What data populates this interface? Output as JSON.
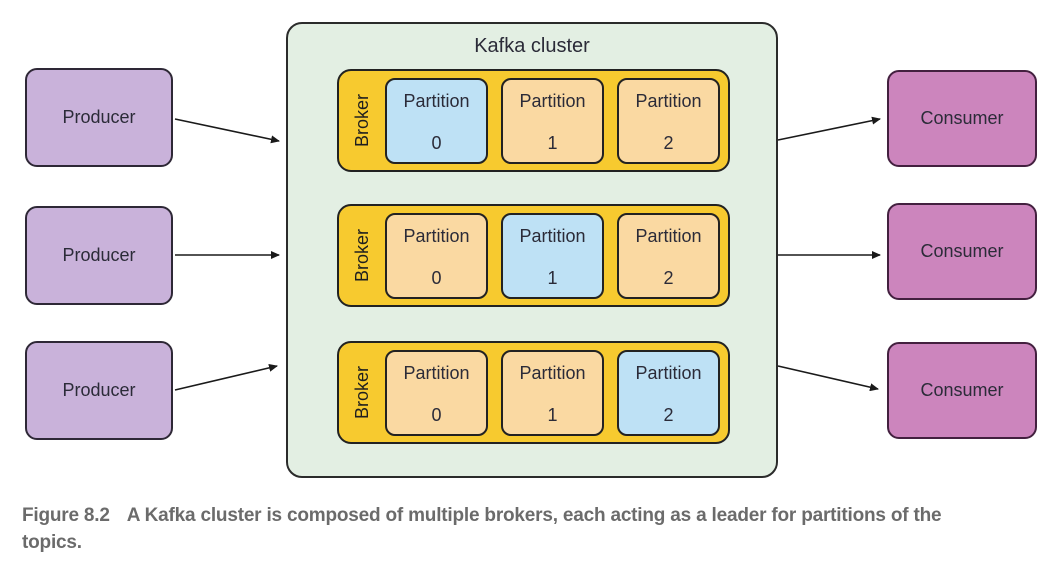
{
  "diagram": {
    "cluster_title": "Kafka cluster",
    "producers": [
      {
        "label": "Producer"
      },
      {
        "label": "Producer"
      },
      {
        "label": "Producer"
      }
    ],
    "consumers": [
      {
        "label": "Consumer"
      },
      {
        "label": "Consumer"
      },
      {
        "label": "Consumer"
      }
    ],
    "brokers": [
      {
        "label": "Broker",
        "partitions": [
          {
            "name": "Partition",
            "number": "0",
            "highlighted": true
          },
          {
            "name": "Partition",
            "number": "1",
            "highlighted": false
          },
          {
            "name": "Partition",
            "number": "2",
            "highlighted": false
          }
        ]
      },
      {
        "label": "Broker",
        "partitions": [
          {
            "name": "Partition",
            "number": "0",
            "highlighted": false
          },
          {
            "name": "Partition",
            "number": "1",
            "highlighted": true
          },
          {
            "name": "Partition",
            "number": "2",
            "highlighted": false
          }
        ]
      },
      {
        "label": "Broker",
        "partitions": [
          {
            "name": "Partition",
            "number": "0",
            "highlighted": false
          },
          {
            "name": "Partition",
            "number": "1",
            "highlighted": false
          },
          {
            "name": "Partition",
            "number": "2",
            "highlighted": true
          }
        ]
      }
    ]
  },
  "caption": {
    "figure_label": "Figure 8.2",
    "text": "A Kafka cluster is composed of multiple brokers, each acting as a leader for partitions of the topics."
  },
  "colors": {
    "producer_fill": "#c9b2da",
    "producer_border": "#2e2836",
    "consumer_fill": "#cc85bd",
    "consumer_border": "#43203f",
    "cluster_fill": "#e3efe3",
    "cluster_border": "#2b2b2b",
    "broker_fill": "#f7ca2f",
    "broker_border": "#222222",
    "partition_orange": "#fad9a2",
    "partition_blue": "#bee1f5",
    "partition_border": "#222222",
    "label_text": "#2b2b38",
    "caption_text": "#6b6b6b",
    "arrow": "#1a1a1a"
  }
}
